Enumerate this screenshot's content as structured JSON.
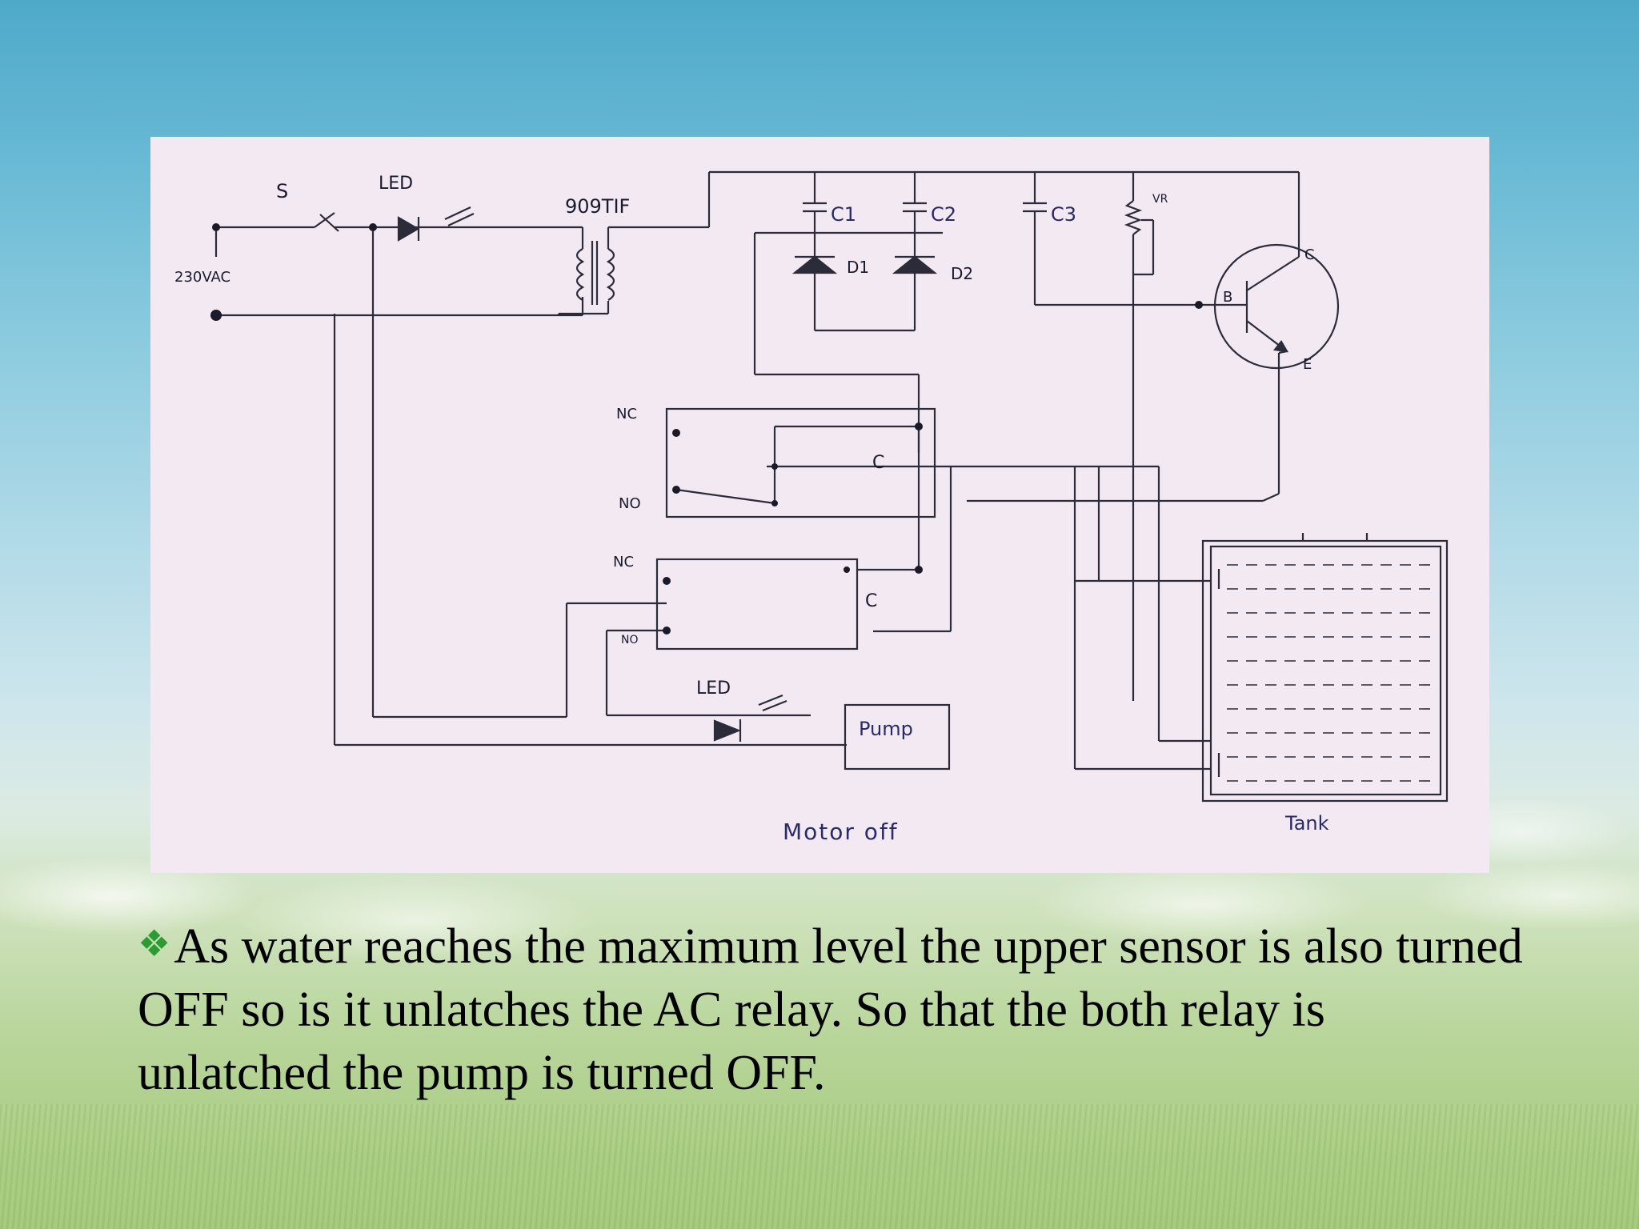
{
  "diagram": {
    "labels": {
      "switch": "S",
      "led_top": "LED",
      "supply": "230VAC",
      "transformer": "909TIF",
      "c1": "C1",
      "c2": "C2",
      "c3": "C3",
      "d1": "D1",
      "d2": "D2",
      "vr": "VR",
      "transistor_b": "B",
      "transistor_c": "C",
      "transistor_e": "E",
      "relay1_nc": "NC",
      "relay1_no": "NO",
      "relay1_c": "C",
      "relay2_nc": "NC",
      "relay2_no": "NO",
      "relay2_c": "C",
      "led_bottom": "LED",
      "pump": "Pump",
      "status": "Motor off",
      "tank": "Tank"
    }
  },
  "caption": {
    "bullet_icon": "four-diamond-bullet-icon",
    "text": "As water reaches the maximum level the upper sensor is also turned OFF so is it unlatches the AC relay. So that the both relay is unlatched the pump is turned OFF."
  }
}
